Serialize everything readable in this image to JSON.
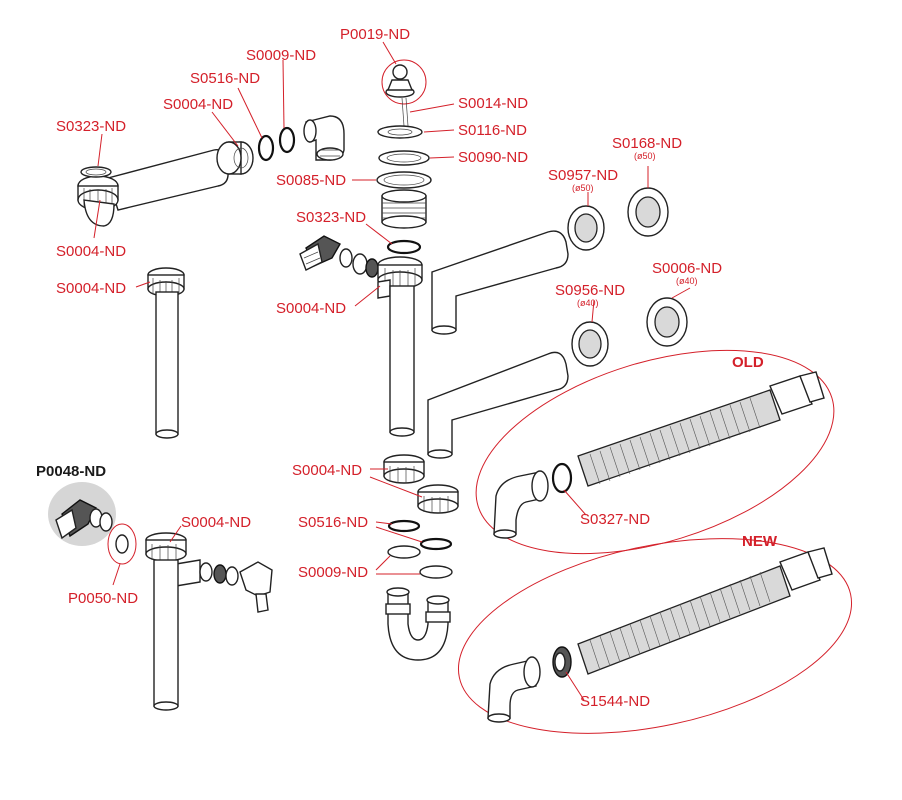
{
  "labels": {
    "p0019": "P0019-ND",
    "s0009_top": "S0009-ND",
    "s0516_top": "S0516-ND",
    "s0004_top": "S0004-ND",
    "s0323_left": "S0323-ND",
    "s0014": "S0014-ND",
    "s0116": "S0116-ND",
    "s0090": "S0090-ND",
    "s0085": "S0085-ND",
    "s0168": "S0168-ND",
    "s0168_sub": "(ø50)",
    "s0957": "S0957-ND",
    "s0957_sub": "(ø50)",
    "s0004_left_mid": "S0004-ND",
    "s0323_mid": "S0323-ND",
    "s0004_left2": "S0004-ND",
    "s0004_center": "S0004-ND",
    "s0006": "S0006-ND",
    "s0006_sub": "(ø40)",
    "s0956": "S0956-ND",
    "s0956_sub": "(ø40)",
    "old": "OLD",
    "p0048": "P0048-ND",
    "s0004_lower_center": "S0004-ND",
    "s0327": "S0327-ND",
    "s0004_lower_left": "S0004-ND",
    "s0516_lower": "S0516-ND",
    "p0050": "P0050-ND",
    "s0009_lower": "S0009-ND",
    "new": "NEW",
    "s1544": "S1544-ND"
  },
  "colors": {
    "label_red": "#d4202a",
    "outline": "#222222"
  }
}
